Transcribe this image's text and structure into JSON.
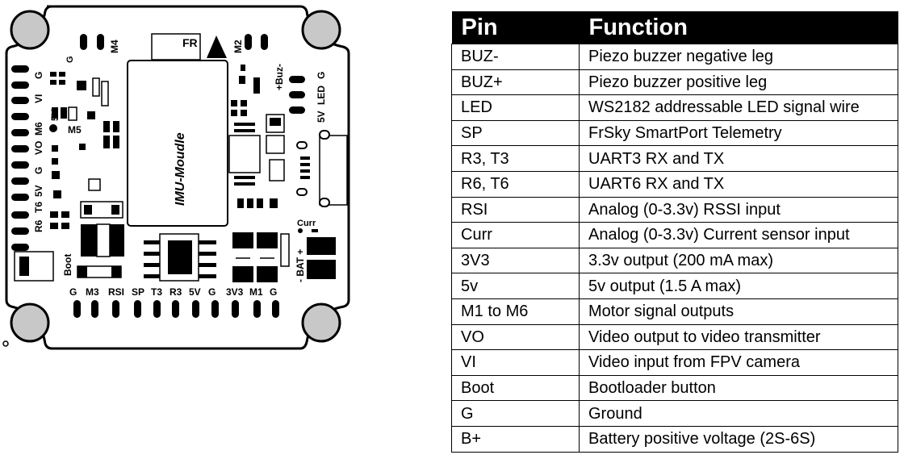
{
  "board": {
    "module_label": "IMU-Moudle",
    "fr_label": "FR",
    "top_labels": [
      "M4",
      "M2"
    ],
    "left_labels": [
      "G",
      "VI",
      "5V",
      "M6",
      "M5",
      "VO",
      "G",
      "5V",
      "T6",
      "R6"
    ],
    "right_labels": [
      "G",
      "LED",
      "5V"
    ],
    "buz_label": "+Buz-",
    "curr_label": "Curr",
    "bat_label": "- BAT +",
    "boot_label": "Boot",
    "bottom_labels": [
      "G",
      "M3",
      "RSI",
      "SP",
      "T3",
      "R3",
      "5V",
      "G",
      "3V3",
      "M1",
      "G"
    ],
    "small_g": "G"
  },
  "table": {
    "headers": [
      "Pin",
      "Function"
    ],
    "rows": [
      [
        "BUZ-",
        "Piezo buzzer negative leg"
      ],
      [
        "BUZ+",
        "Piezo buzzer positive leg"
      ],
      [
        "LED",
        "WS2182 addressable LED signal wire"
      ],
      [
        "SP",
        "FrSky SmartPort Telemetry"
      ],
      [
        "R3, T3",
        "UART3 RX and TX"
      ],
      [
        "R6, T6",
        "UART6 RX and TX"
      ],
      [
        "RSI",
        "Analog (0-3.3v) RSSI input"
      ],
      [
        "Curr",
        "Analog (0-3.3v) Current sensor input"
      ],
      [
        "3V3",
        "3.3v output (200 mA max)"
      ],
      [
        "5v",
        "5v output (1.5 A max)"
      ],
      [
        "M1 to M6",
        "Motor signal outputs"
      ],
      [
        "VO",
        "Video output to video transmitter"
      ],
      [
        "VI",
        "Video input from FPV camera"
      ],
      [
        "Boot",
        "Bootloader button"
      ],
      [
        "G",
        "Ground"
      ],
      [
        "B+",
        "Battery positive voltage (2S-6S)"
      ]
    ]
  }
}
